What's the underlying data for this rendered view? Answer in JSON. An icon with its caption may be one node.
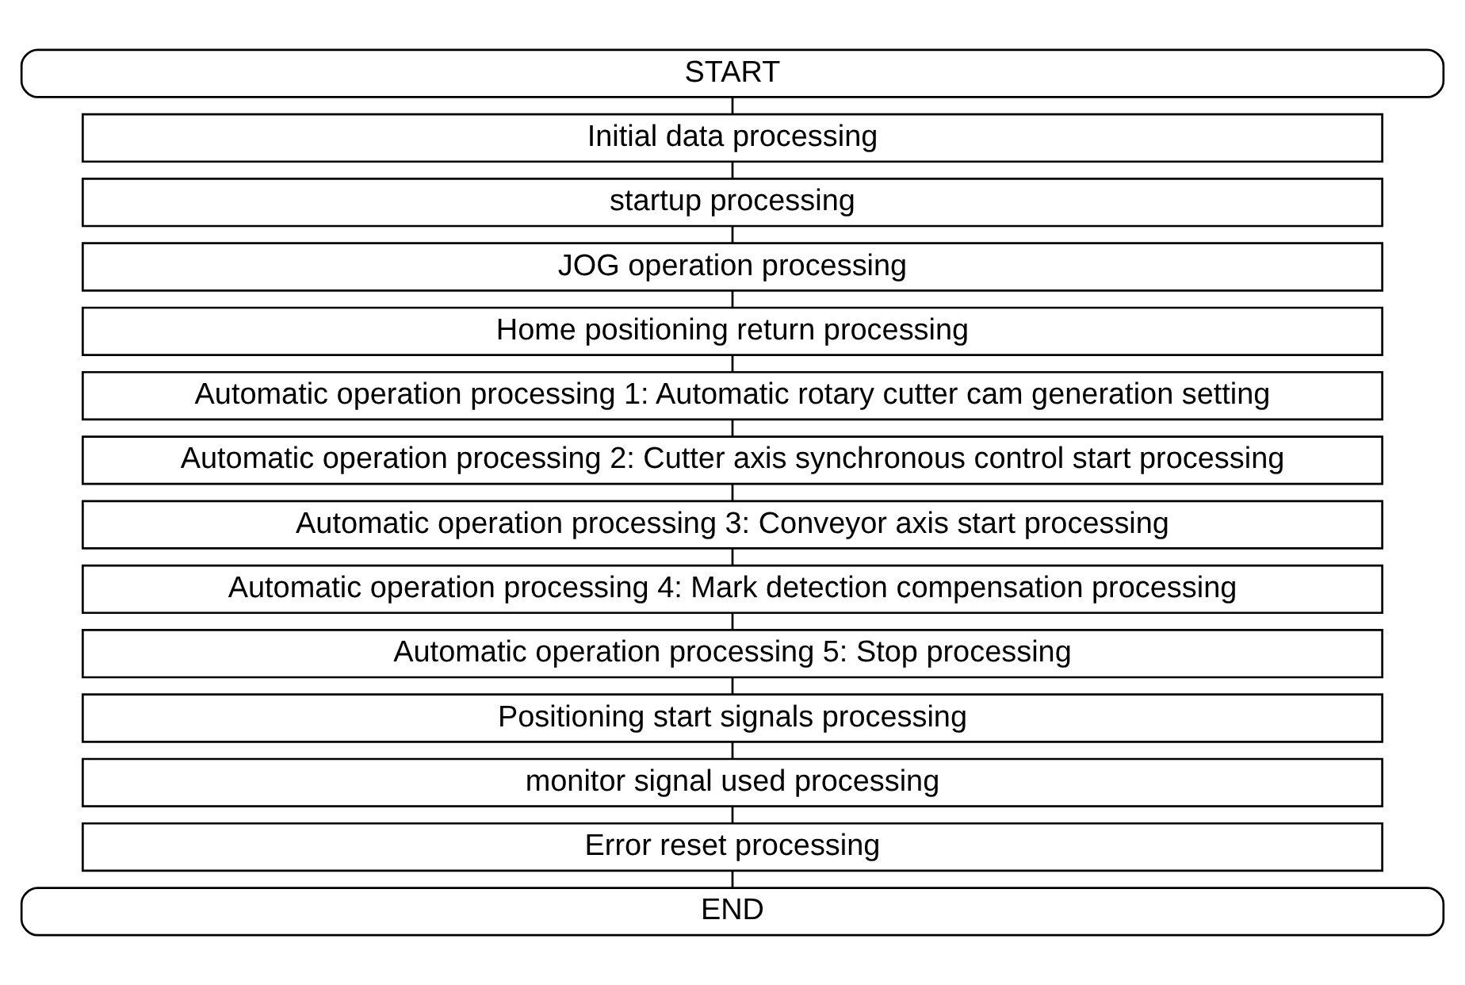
{
  "diagram": {
    "nodes": [
      {
        "text": [
          "START"
        ]
      },
      {
        "text": [
          "Initial data processing"
        ]
      },
      {
        "text": [
          "startup processing"
        ]
      },
      {
        "text": [
          "JOG operation processing"
        ]
      },
      {
        "text": [
          "Home positioning return processing"
        ]
      },
      {
        "text": [
          "Automatic operation processing 1: Automatic rotary cutter cam generation setting"
        ]
      },
      {
        "text": [
          "Automatic operation processing 2: Cutter axis synchronous control start processing"
        ]
      },
      {
        "text": [
          "Automatic operation processing 3: Conveyor axis start processing"
        ]
      },
      {
        "text": [
          "Automatic operation processing 4: Mark detection compensation processing"
        ]
      },
      {
        "text": [
          "Automatic operation processing 5: Stop processing"
        ]
      },
      {
        "text": [
          "Positioning start signals processing"
        ]
      },
      {
        "text": [
          "monitor signal used processing"
        ]
      },
      {
        "text": [
          "Error reset processing"
        ]
      },
      {
        "text": [
          "END"
        ]
      }
    ],
    "edges": [
      {
        "from": 0,
        "to": 1,
        "arrow": "none"
      },
      {
        "from": 1,
        "to": 2,
        "arrow": "none"
      },
      {
        "from": 2,
        "to": 3,
        "arrow": "none"
      },
      {
        "from": 3,
        "to": 4,
        "arrow": "none"
      },
      {
        "from": 4,
        "to": 5,
        "arrow": "none"
      },
      {
        "from": 5,
        "to": 6,
        "arrow": "none"
      },
      {
        "from": 6,
        "to": 7,
        "arrow": "none"
      },
      {
        "from": 7,
        "to": 8,
        "arrow": "none"
      },
      {
        "from": 8,
        "to": 9,
        "arrow": "none"
      },
      {
        "from": 9,
        "to": 10,
        "arrow": "none"
      },
      {
        "from": 10,
        "to": 11,
        "arrow": "none"
      },
      {
        "from": 11,
        "to": 12,
        "arrow": "none"
      },
      {
        "from": 12,
        "to": 13,
        "arrow": "none"
      }
    ]
  }
}
